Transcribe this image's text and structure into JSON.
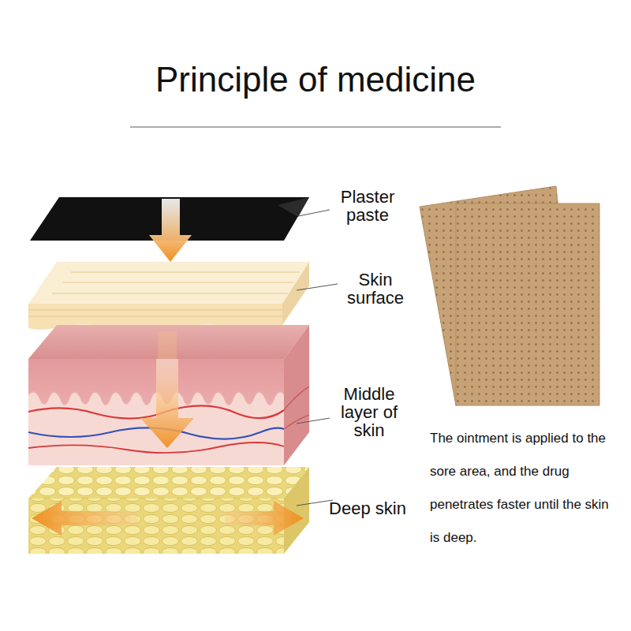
{
  "diagram": {
    "title": "Principle of medicine",
    "labels": [
      "Plaster paste",
      "Skin surface",
      "Middle layer of skin",
      "Deep skin",
      "The ointment is applied to the sore area, and the drug penetrates faster until the skin is deep."
    ]
  }
}
